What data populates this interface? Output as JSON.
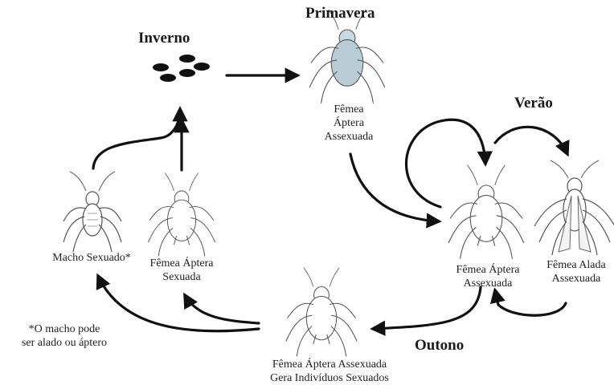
{
  "seasons": {
    "winter": "Inverno",
    "spring": "Primavera",
    "summer": "Verão",
    "autumn": "Outono"
  },
  "labels": {
    "spring_female": [
      "Fêmea",
      "Áptera",
      "Assexuada"
    ],
    "summer_wingless": [
      "Fêmea Áptera",
      "Assexuada"
    ],
    "summer_winged": [
      "Fêmea Alada",
      "Assexuada"
    ],
    "autumn_female": [
      "Fêmea Áptera Assexuada",
      "Gera Indivíduos Sexuados"
    ],
    "sexual_male": "Macho Sexuado*",
    "sexual_female": [
      "Fêmea Áptera",
      "Sexuada"
    ]
  },
  "footnote": [
    "*O macho pode",
    "ser alado ou áptero"
  ],
  "icons": {
    "eggs": "egg-cluster-icon",
    "aphid": "aphid-icon",
    "winged_aphid": "winged-aphid-icon",
    "male_aphid": "male-aphid-icon"
  },
  "colors": {
    "ink": "#1a1a1a",
    "aphid_line": "#555555",
    "spring_body": "#b9cdd6"
  }
}
